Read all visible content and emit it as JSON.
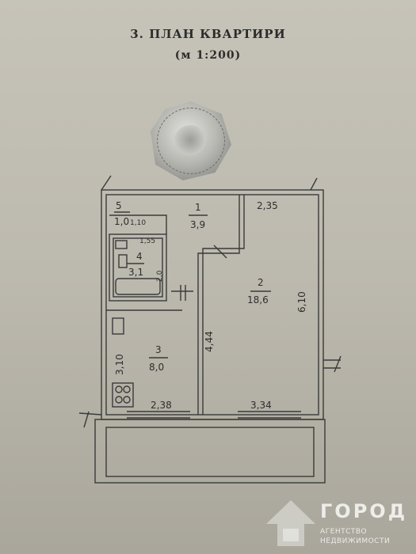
{
  "header": {
    "title": "3. ПЛАН КВАРТИРИ",
    "scale": "(м 1:200)"
  },
  "rooms": [
    {
      "number": "1",
      "area": "3,9"
    },
    {
      "number": "2",
      "area": "18,6"
    },
    {
      "number": "3",
      "area": "8,0"
    },
    {
      "number": "4",
      "area": "3,1"
    },
    {
      "number": "5",
      "area": "1,0"
    }
  ],
  "dimensions": {
    "d_2_35": "2,35",
    "d_6_10": "6,10",
    "d_4_44": "4,44",
    "d_3_34": "3,34",
    "d_2_38": "2,38",
    "d_3_10": "3,10",
    "d_1_55": "1,55",
    "d_2_0": "2,0",
    "d_1_10": "1,10"
  },
  "watermark": {
    "name": "ГОРОД",
    "line1": "АГЕНТСТВО",
    "line2": "НЕДВИЖИМОСТИ",
    "color": "#f3f3f0"
  },
  "colors": {
    "ink": "#2e2e2e",
    "paper": "#c2bfb4"
  }
}
